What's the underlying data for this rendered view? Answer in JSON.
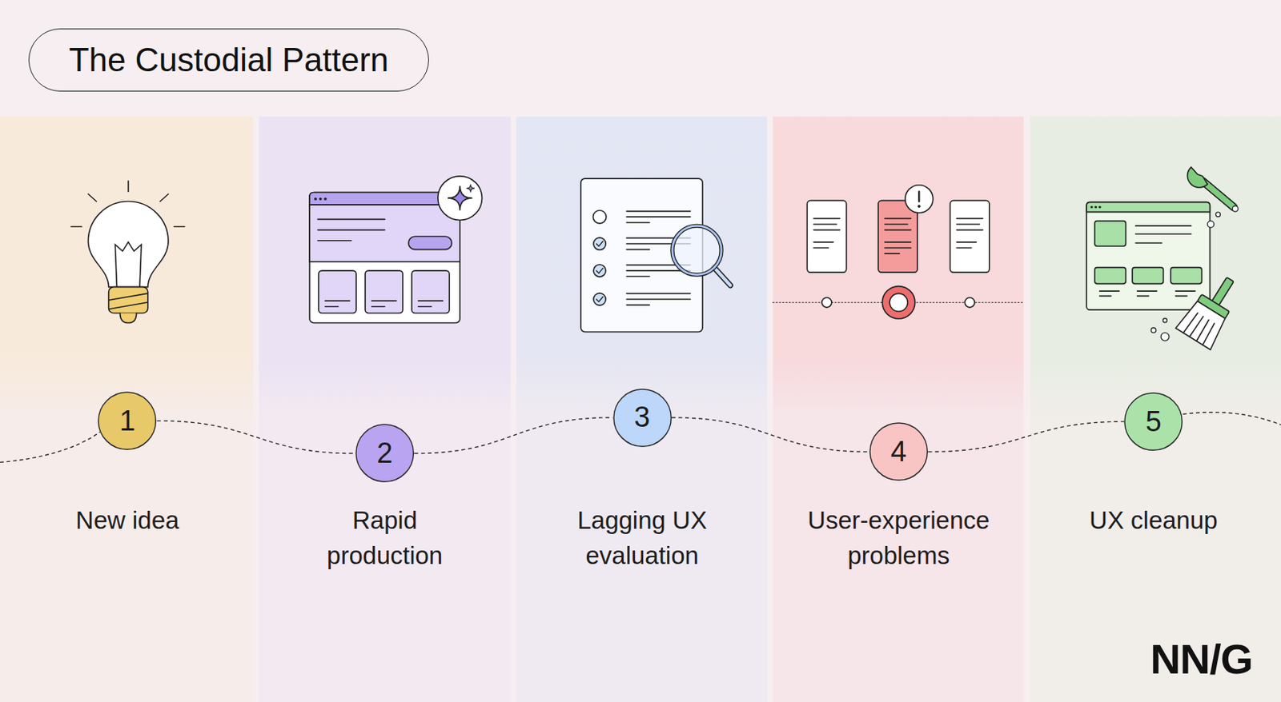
{
  "diagram": {
    "title": "The Custodial Pattern",
    "nodes": [
      {
        "text": [
          "1",
          "New idea"
        ]
      },
      {
        "text": [
          "2",
          "Rapid production"
        ]
      },
      {
        "text": [
          "3",
          "Lagging UX evaluation"
        ]
      },
      {
        "text": [
          "4",
          "User-experience problems"
        ]
      },
      {
        "text": [
          "5",
          "UX cleanup"
        ]
      }
    ],
    "edges": [
      {
        "from": 0,
        "to": 1,
        "arrow": "none"
      },
      {
        "from": 1,
        "to": 2,
        "arrow": "none"
      },
      {
        "from": 2,
        "to": 3,
        "arrow": "none"
      },
      {
        "from": 3,
        "to": 4,
        "arrow": "none"
      }
    ],
    "labels": [
      "NN/G"
    ]
  }
}
